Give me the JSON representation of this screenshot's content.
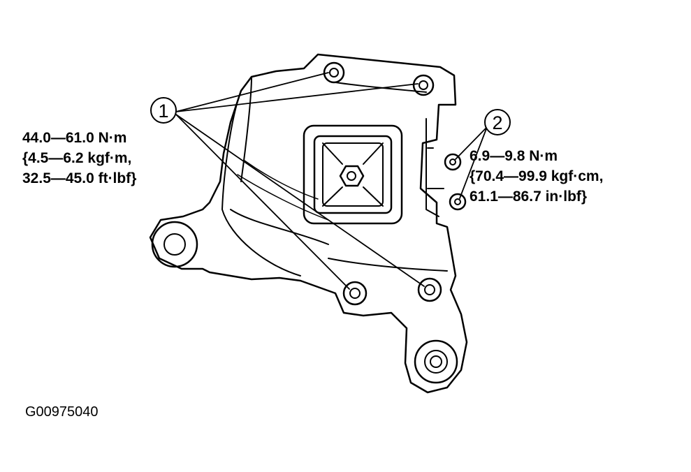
{
  "callouts": [
    {
      "number": "1"
    },
    {
      "number": "2"
    }
  ],
  "torque_specs": [
    {
      "callout": "1",
      "lines": [
        "44.0—61.0 N·m",
        "{4.5—6.2 kgf·m,",
        "32.5—45.0 ft·lbf}"
      ]
    },
    {
      "callout": "2",
      "lines": [
        "6.9—9.8 N·m",
        "{70.4—99.9 kgf·cm,",
        "61.1—86.7 in·lbf}"
      ]
    }
  ],
  "figure_id": "G00975040",
  "colors": {
    "ink": "#000000",
    "paper": "#ffffff"
  }
}
